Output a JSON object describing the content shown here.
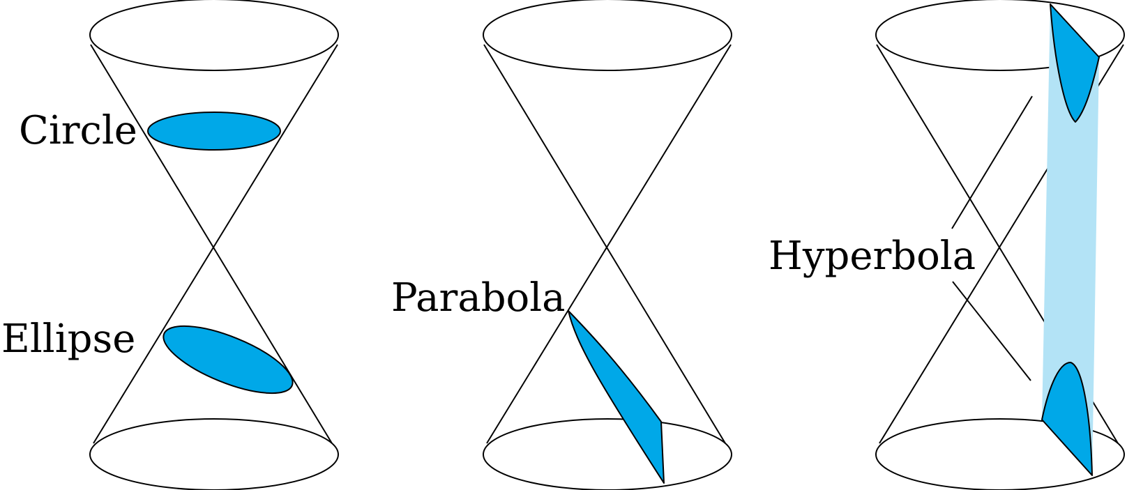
{
  "labels": {
    "circle": "Circle",
    "ellipse": "Ellipse",
    "parabola": "Parabola",
    "hyperbola": "Hyperbola"
  },
  "colors": {
    "section_fill": "#00a8e8",
    "plane_fill": "#b3e3f6",
    "line": "#000000",
    "background": "#ffffff"
  }
}
